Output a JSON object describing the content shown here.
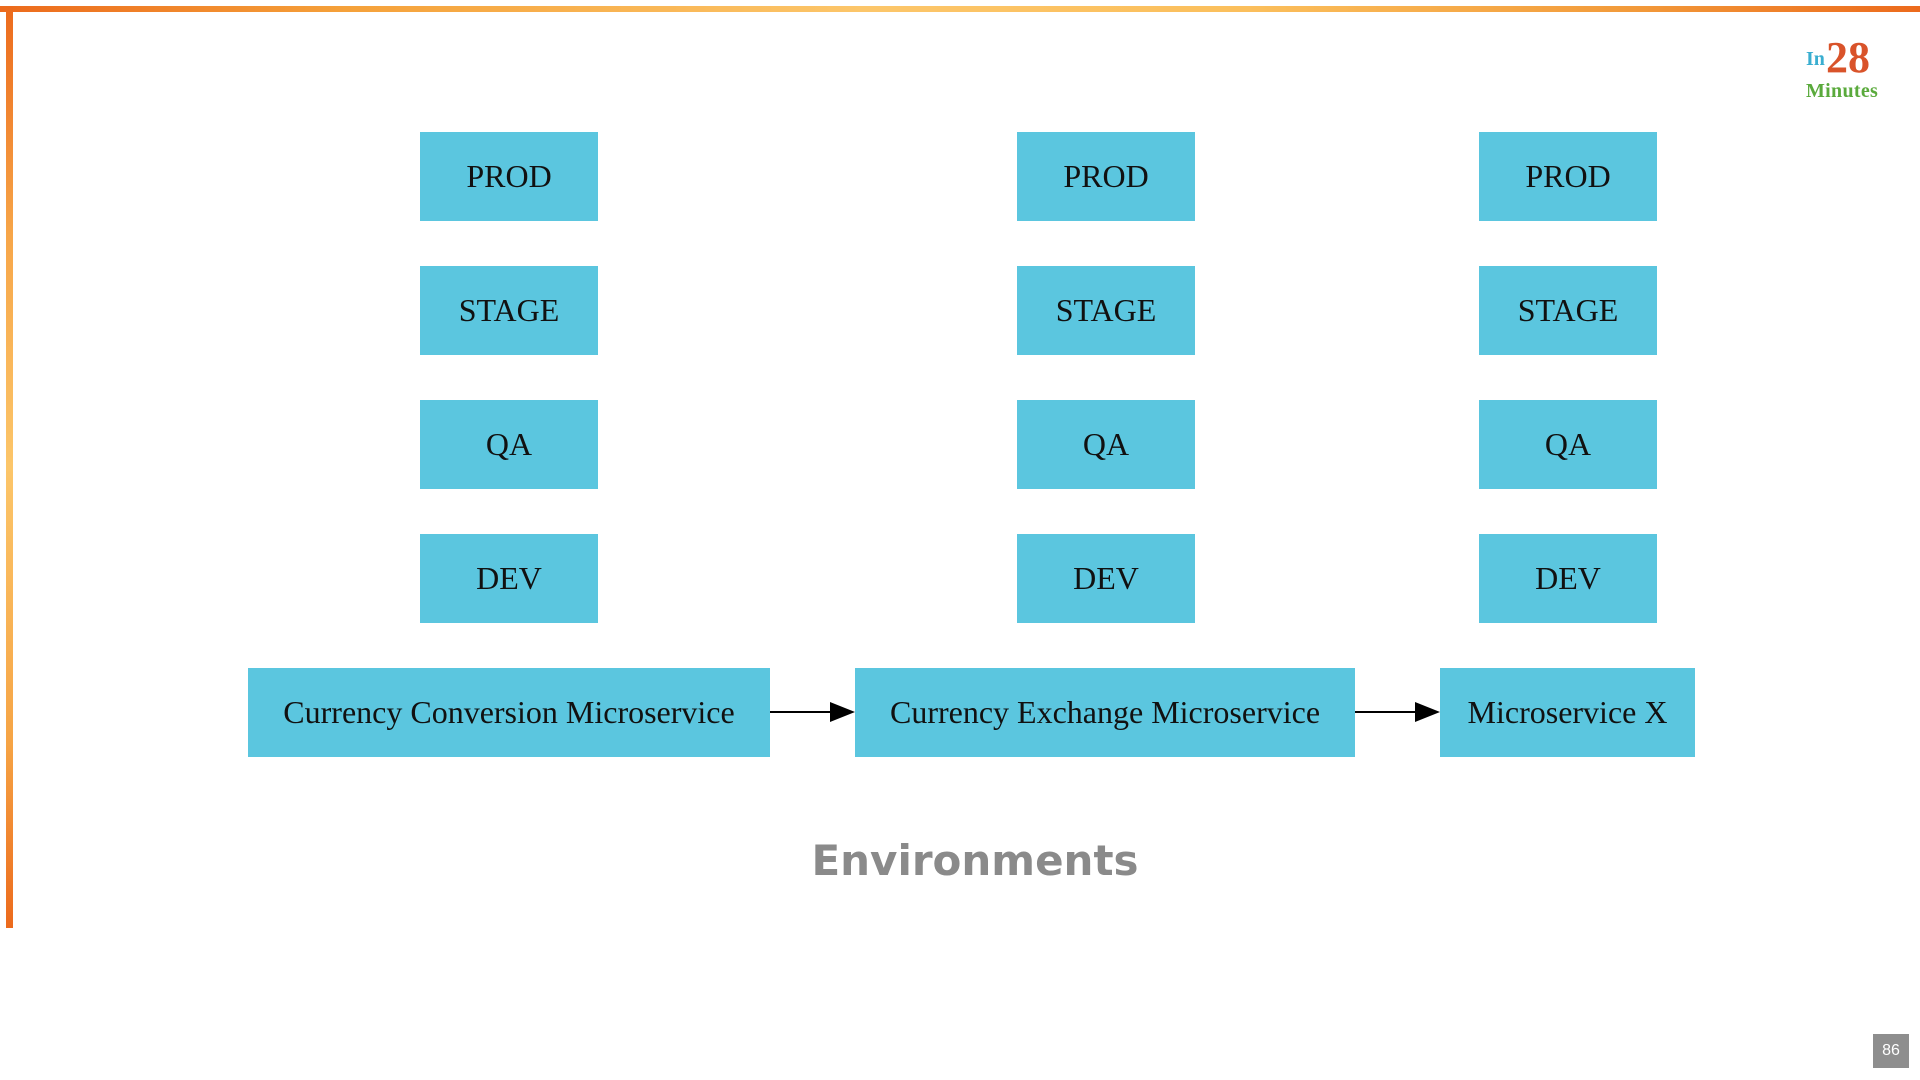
{
  "logo": {
    "prefix": "In",
    "number": "28",
    "word": "Minutes"
  },
  "columns": [
    {
      "environments": [
        "PROD",
        "STAGE",
        "QA",
        "DEV"
      ],
      "service": "Currency Conversion Microservice"
    },
    {
      "environments": [
        "PROD",
        "STAGE",
        "QA",
        "DEV"
      ],
      "service": "Currency Exchange Microservice"
    },
    {
      "environments": [
        "PROD",
        "STAGE",
        "QA",
        "DEV"
      ],
      "service": "Microservice X"
    }
  ],
  "caption": "Environments",
  "page_number": "86",
  "colors": {
    "box_fill": "#5bc6df",
    "box_text": "#111111",
    "caption": "#8a8a8a",
    "frame_orange": "#ec6a1c",
    "frame_yellow": "#fcc66a"
  }
}
